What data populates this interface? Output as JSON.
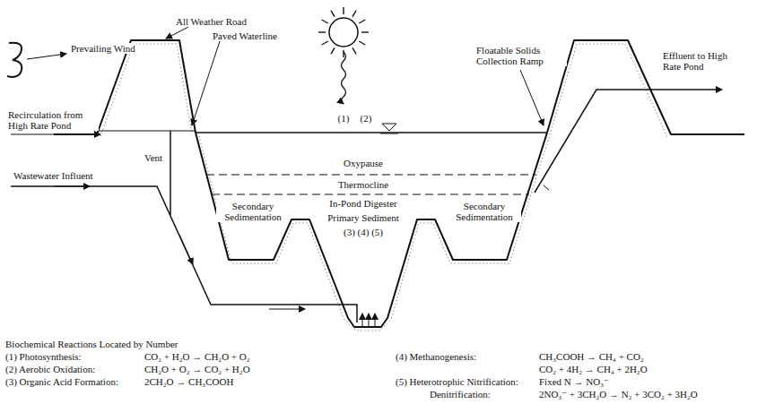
{
  "diagram": {
    "labels": [
      "Prevailing Wind",
      "Recirculation from High Rate Pond",
      "All Weather Road",
      "Paved Waterline",
      "Vent",
      "Wastewater Influent",
      "(1)",
      "(2)",
      "Oxypause",
      "Thermocline",
      "In-Pond Digester",
      "Primary Sediment",
      "(3) (4) (5)",
      "Secondary Sedimentation",
      "Secondary Sedimentation",
      "Floatable Solids Collection Ramp",
      "Effluent to High Rate Pond",
      "Biochemical Reactions Located by Number",
      "(1) Photosynthesis:",
      "CO₂ + H₂O → CH₂O + O₂",
      "(2) Aerobic Oxidation:",
      "CH₂O + O₂ → CO₂ + H₂O",
      "(3) Organic Acid Formation:",
      "2CH₂O → CH₃COOH",
      "(4) Methanogenesis:",
      "CH₃COOH → CH₄ + CO₂",
      "CO₂ + 4H₂ → CH₄ + 2H₂O",
      "(5) Heterotrophic Nitrification:",
      "Fixed N → NO₃⁻",
      "Denitrification:",
      "2NO₃⁻ + 3CH₂O → N₂ + 3CO₂ + 3H₂O"
    ]
  }
}
